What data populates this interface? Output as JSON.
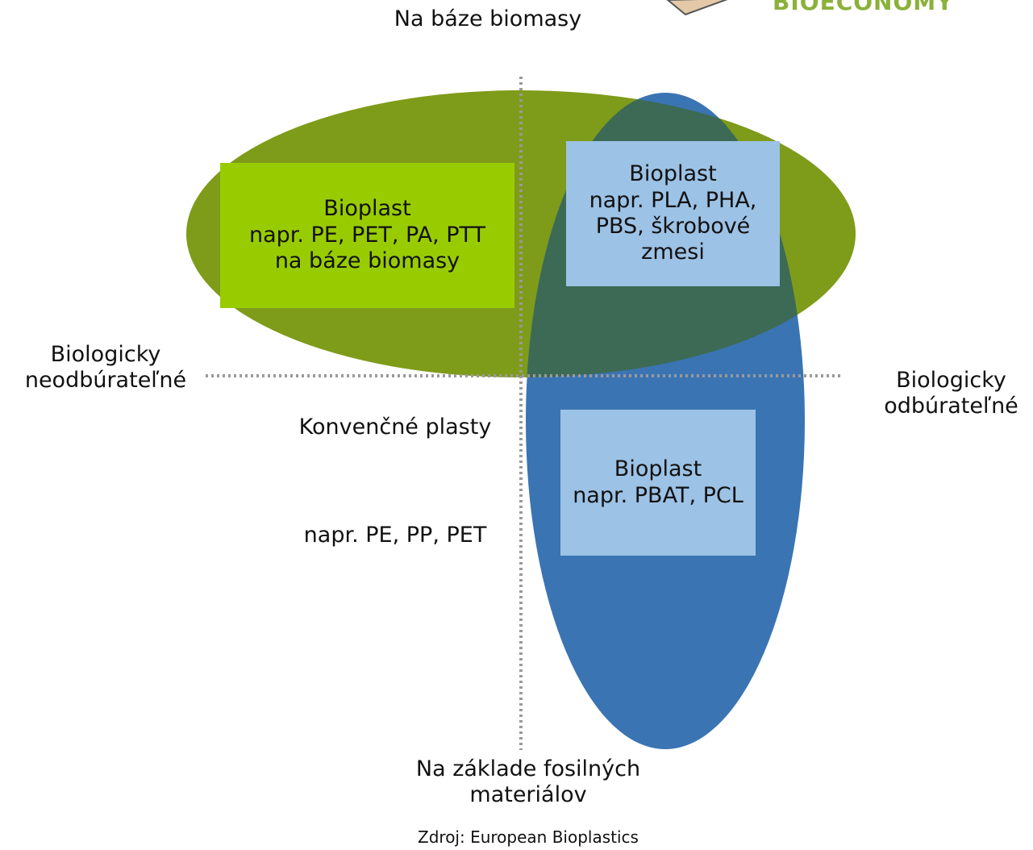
{
  "colors": {
    "green_ellipse": "#7f9b1a",
    "blue_ellipse": "#3a74b3",
    "overlap": "#3c6a55",
    "green_box": "#99cc00",
    "blue_box": "#9cc2e5",
    "axis_dots": "#9a9a9a",
    "brand": "#8bb13a",
    "logo_stroke": "#555555",
    "logo_fill": "#e3c9a8"
  },
  "brand": {
    "text": "BIOECONOMY"
  },
  "axes": {
    "top": "Na báze biomasy",
    "bottom": "Na základe fosilných\nmateriálov",
    "left": "Biologicky\nneodbúrateľné",
    "right": "Biologicky\nodbúrateľné"
  },
  "boxes": {
    "bio_based": "Bioplast\nnapr. PE, PET, PA, PTT\nna báze biomasy",
    "bio_biodeg": "Bioplast\nnapr. PLA, PHA,\nPBS, škrobové\nzmesi",
    "fossil_biodeg": "Bioplast\nnapr. PBAT, PCL"
  },
  "conventional": {
    "title": "Konvenčné plasty",
    "examples": "napr. PE, PP, PET"
  },
  "source": "Zdroj: European Bioplastics"
}
